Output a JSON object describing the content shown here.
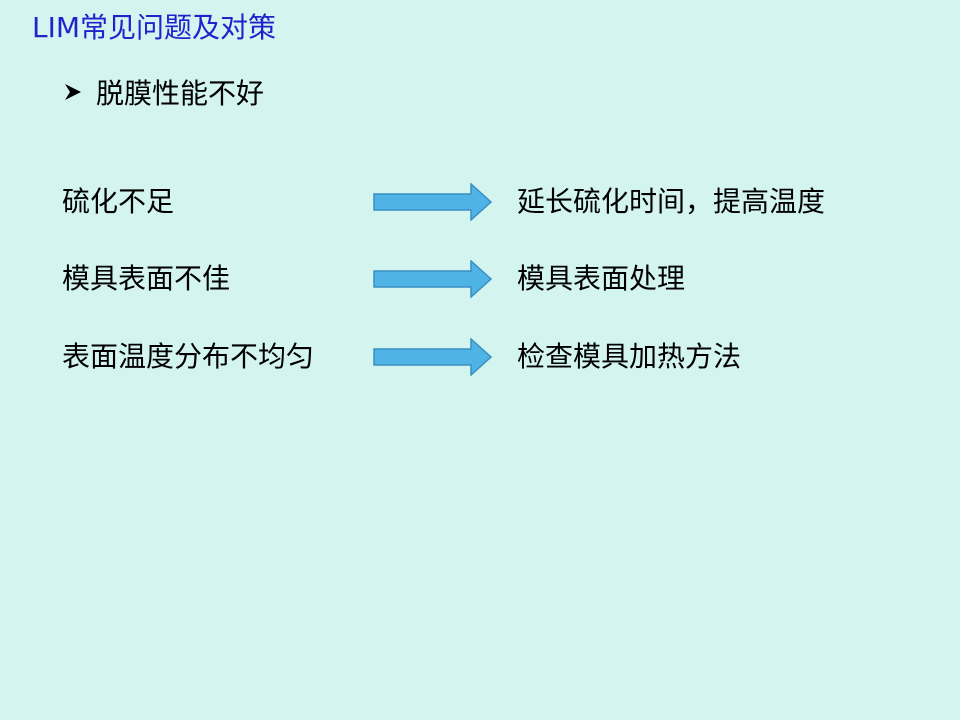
{
  "slide": {
    "title": "LIM常见问题及对策",
    "bullet": {
      "icon": "arrowhead-bullet-icon",
      "text": "脱膜性能不好"
    },
    "rows": [
      {
        "problem": "硫化不足",
        "solution": "延长硫化时间，提高温度"
      },
      {
        "problem": "模具表面不佳",
        "solution": "模具表面处理"
      },
      {
        "problem": "表面温度分布不均匀",
        "solution": "检查模具加热方法"
      }
    ],
    "colors": {
      "background": "#d4f4f0",
      "title": "#2222cc",
      "arrow_fill": "#4fb3e6",
      "arrow_stroke": "#3a8fc2"
    }
  }
}
